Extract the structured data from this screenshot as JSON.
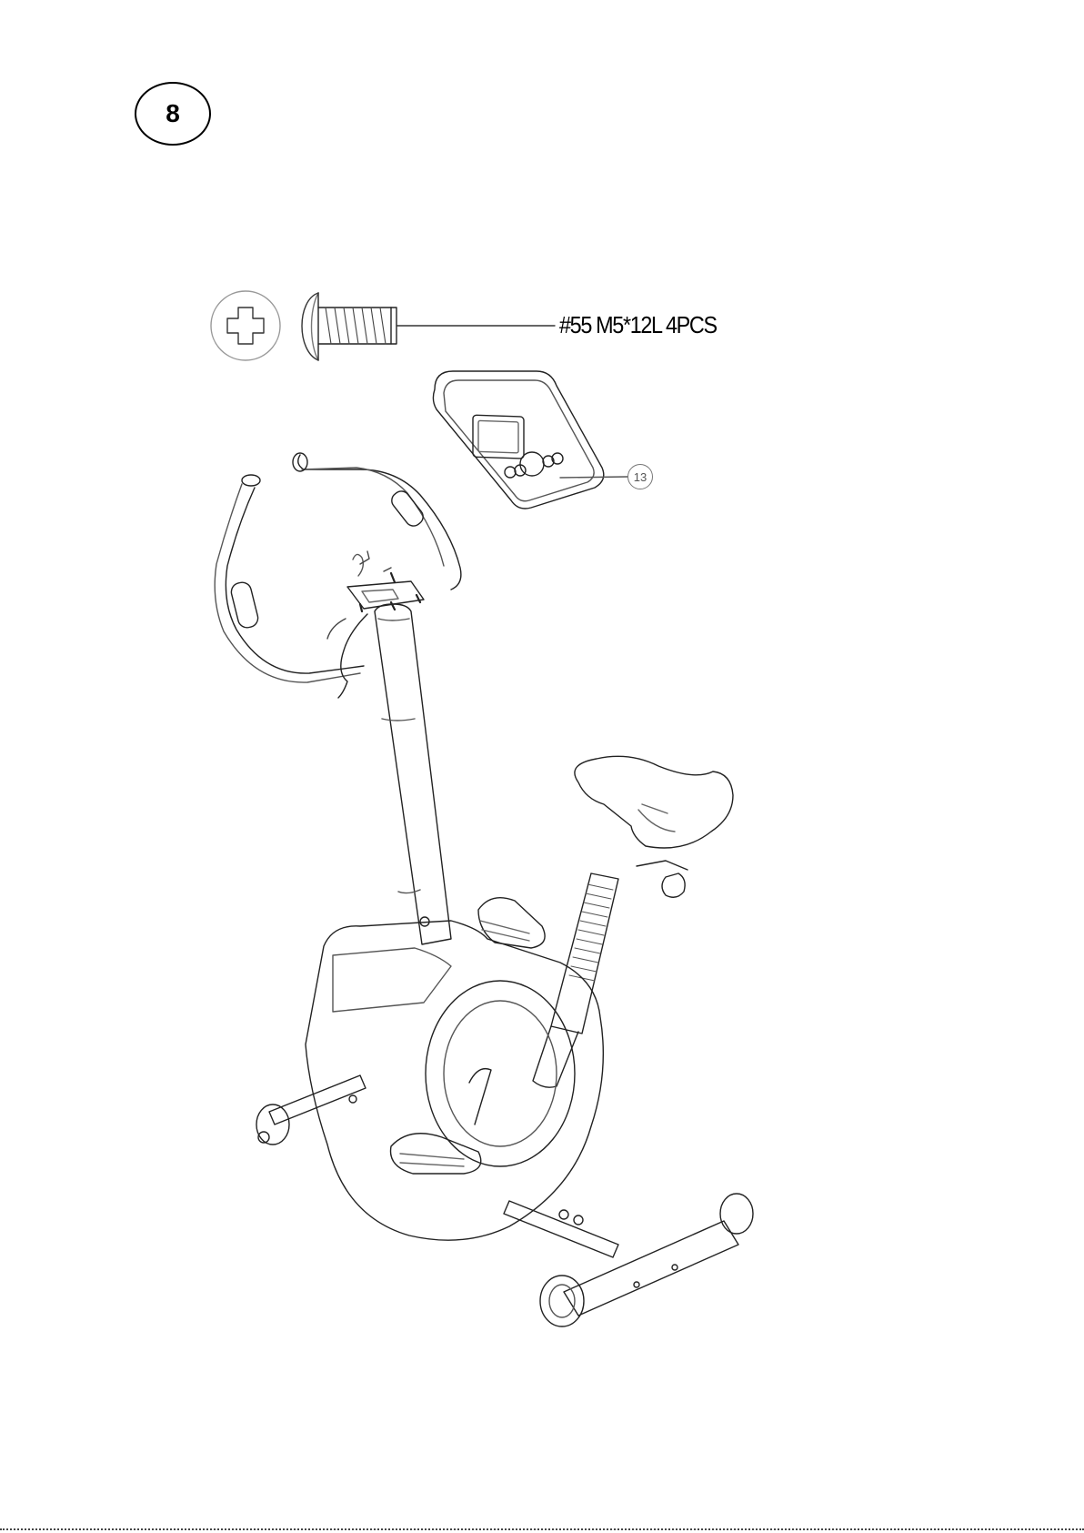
{
  "step": {
    "number": "8"
  },
  "hardware": {
    "label": "#55  M5*12L  4PCS"
  },
  "part_callout": {
    "number": "13"
  },
  "icons": {
    "step_badge": "numbered-circle",
    "screw_head": "phillips-screw-head-icon",
    "screw_side": "screw-side-view-icon",
    "console": "console-computer-icon",
    "exercise_bike": "upright-exercise-bike-illustration"
  }
}
